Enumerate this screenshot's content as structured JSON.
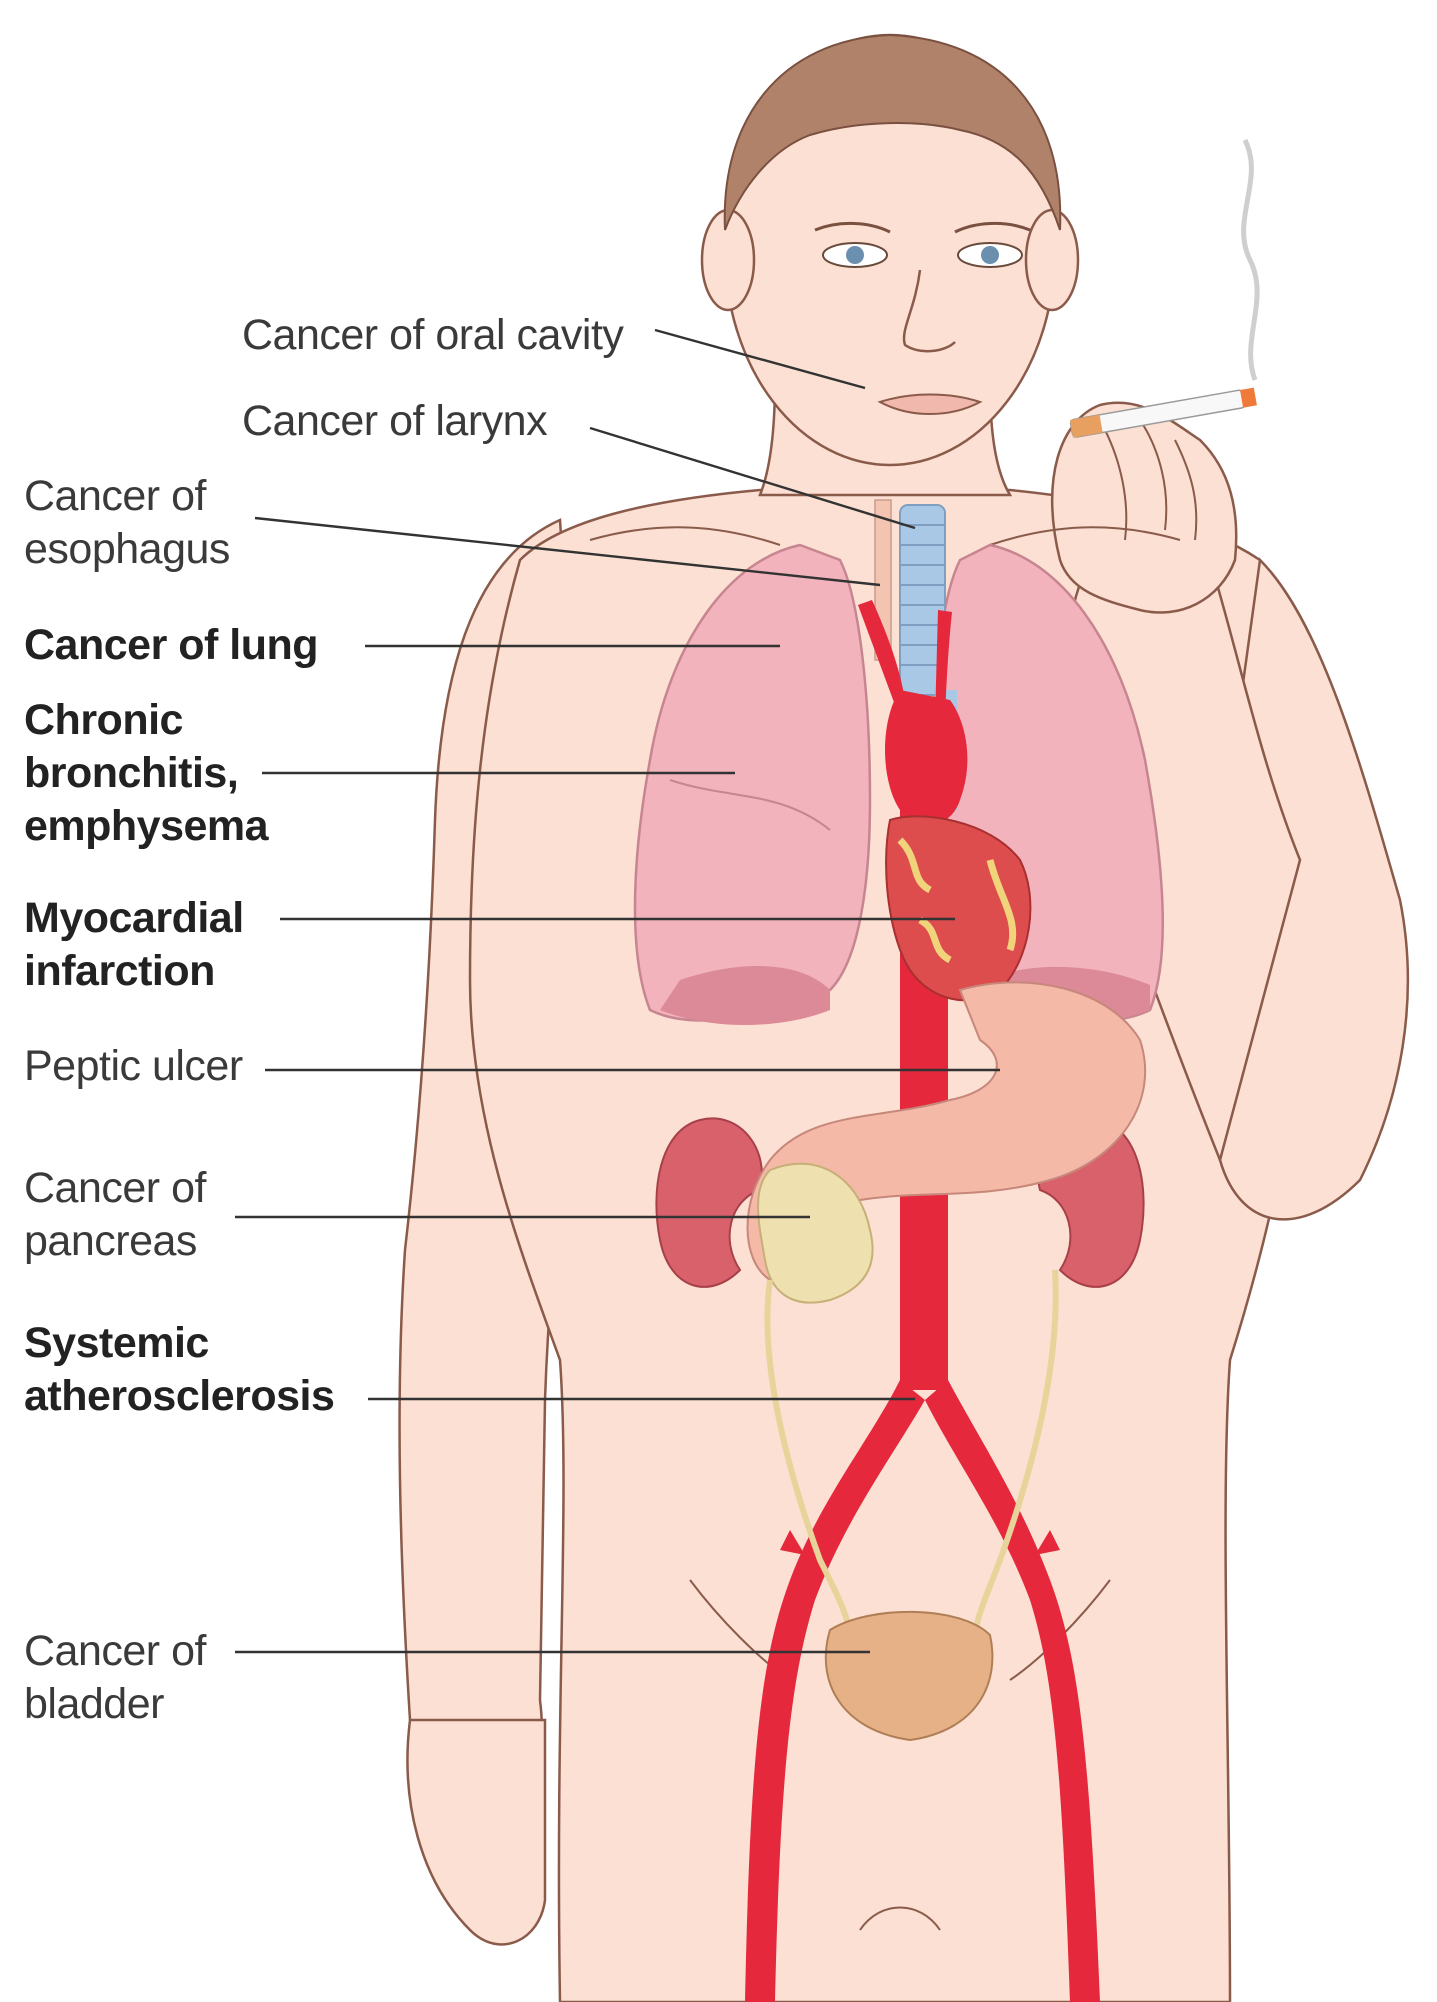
{
  "labels": {
    "oral_cavity": [
      "Cancer of oral cavity"
    ],
    "larynx": [
      "Cancer of larynx"
    ],
    "esophagus": [
      "Cancer of",
      "esophagus"
    ],
    "lung": [
      "Cancer of lung"
    ],
    "bronchitis": [
      "Chronic",
      "bronchitis,",
      "emphysema"
    ],
    "myocardial": [
      "Myocardial",
      "infarction"
    ],
    "peptic": [
      "Peptic ulcer"
    ],
    "pancreas": [
      "Cancer of",
      "pancreas"
    ],
    "atherosclerosis": [
      "Systemic",
      "atherosclerosis"
    ],
    "bladder": [
      "Cancer of",
      "bladder"
    ]
  },
  "colors": {
    "skin": "#fbe0d3",
    "skin_outline": "#8a5a4a",
    "hair": "#b0826a",
    "lung": "#f2b3bd",
    "artery": "#e5283c",
    "trachea": "#a9c8e6",
    "kidney": "#d9616c",
    "stomach": "#f5b9a8",
    "pancreas": "#efe0b0",
    "bladder": "#e6b187",
    "ureter": "#e8d49a"
  }
}
